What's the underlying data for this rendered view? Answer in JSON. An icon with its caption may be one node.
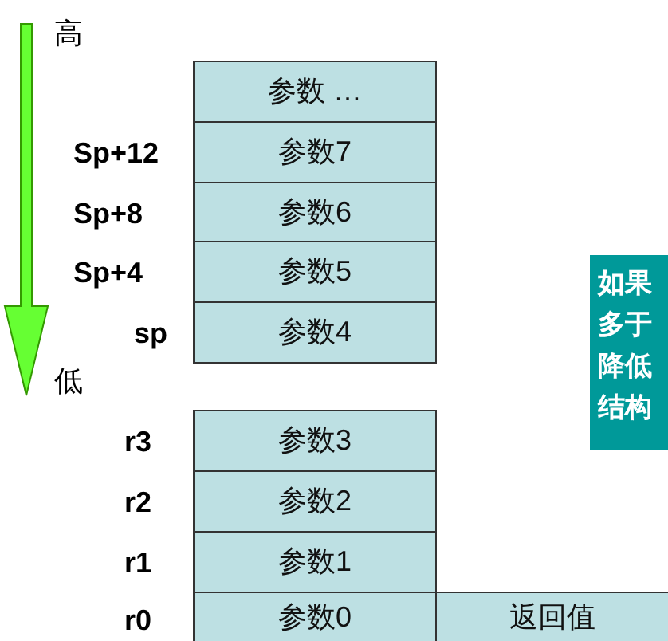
{
  "diagram": {
    "nodes": [
      {
        "text": [
          "参数 …"
        ]
      },
      {
        "text": [
          "参数7"
        ]
      },
      {
        "text": [
          "参数6"
        ]
      },
      {
        "text": [
          "参数5"
        ]
      },
      {
        "text": [
          "参数4"
        ]
      },
      {
        "text": [
          "参数3"
        ]
      },
      {
        "text": [
          "参数2"
        ]
      },
      {
        "text": [
          "参数1"
        ]
      },
      {
        "text": [
          "参数0"
        ]
      },
      {
        "text": [
          "返回值"
        ]
      },
      {
        "text": [
          "如果多于降低结构"
        ]
      }
    ],
    "labels": [
      "高",
      "Sp+12",
      "Sp+8",
      "Sp+4",
      "sp",
      "低",
      "r3",
      "r2",
      "r1",
      "r0"
    ]
  }
}
